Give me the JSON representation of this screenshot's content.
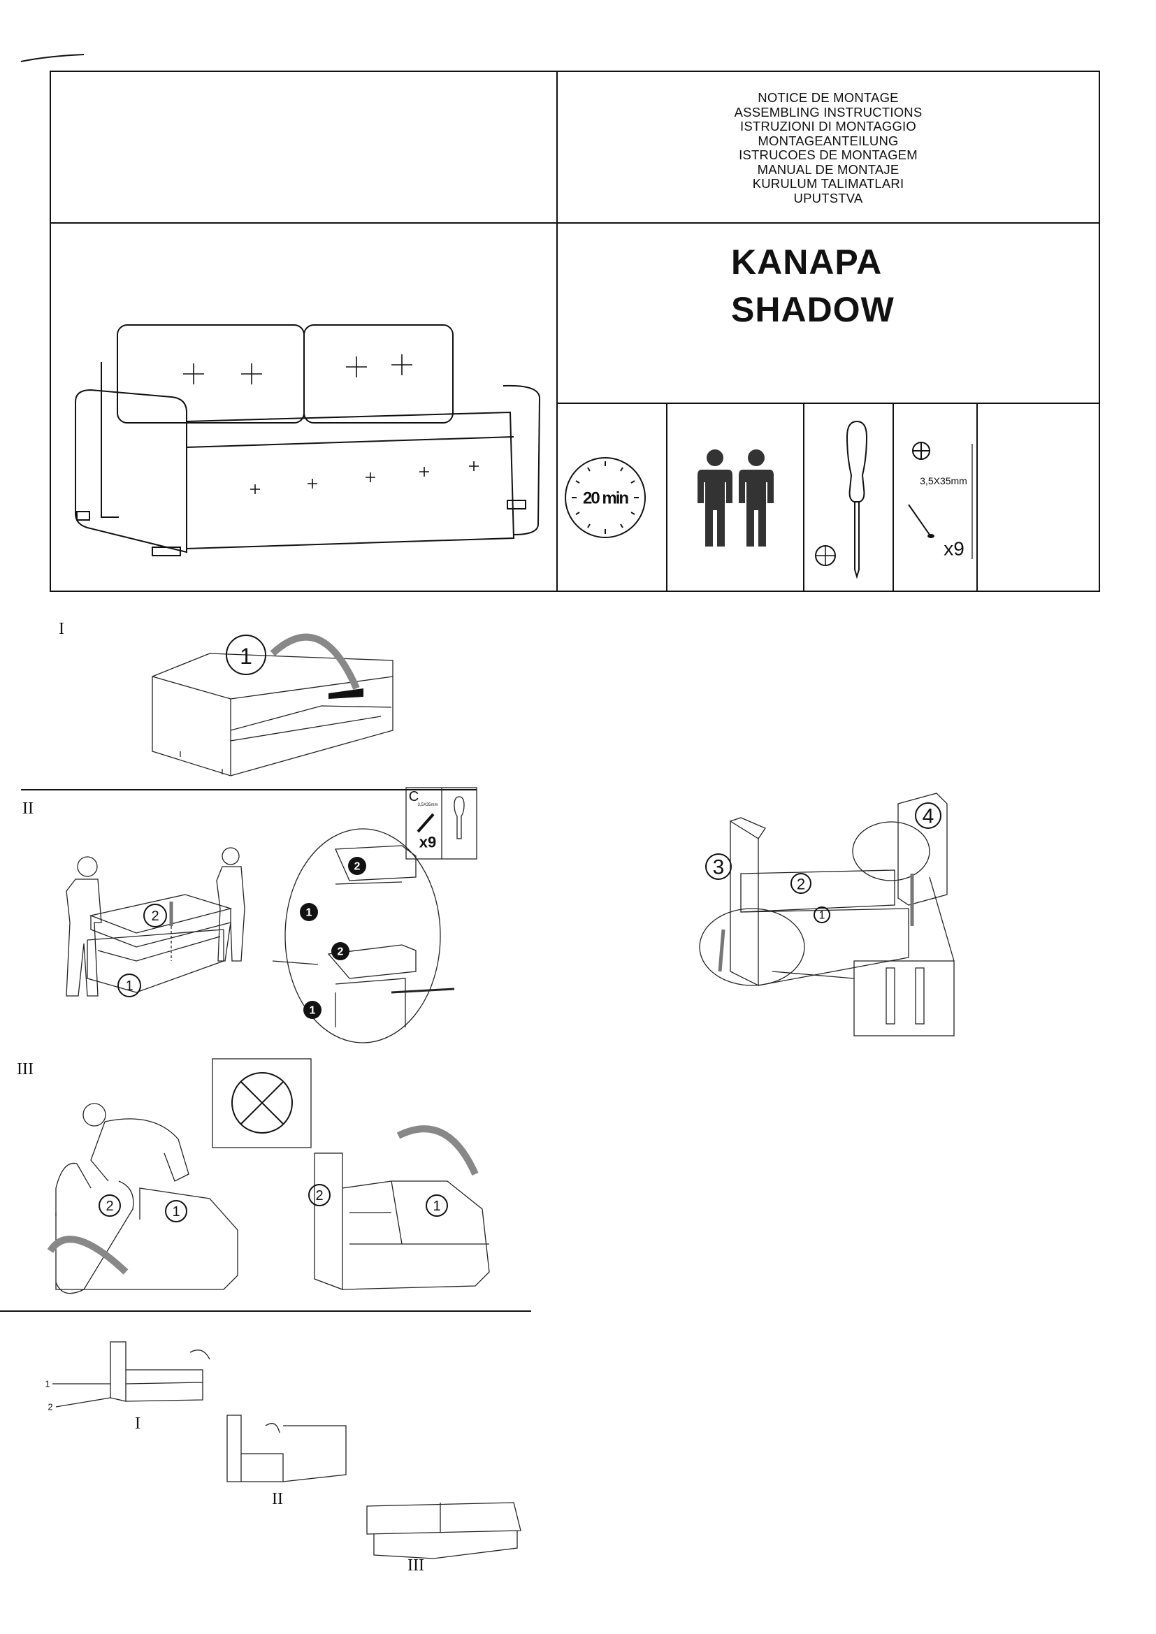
{
  "header": {
    "lines": [
      "NOTICE DE MONTAGE",
      "ASSEMBLING INSTRUCTIONS",
      "ISTRUZIONI DI MONTAGGIO",
      "MONTAGEANTEILUNG",
      "ISTRUCOES DE MONTAGEM",
      "MANUAL DE MONTAJE",
      "KURULUM TALIMATLARI",
      "UPUTSTVA"
    ]
  },
  "product": {
    "line1": "KANAPA",
    "line2": "SHADOW"
  },
  "requirements": {
    "time": "20 min",
    "people_icon": "two-persons-icon",
    "tool_icon": "phillips-screwdriver-icon",
    "screw_size": "3,5X35mm",
    "screw_count": "x9"
  },
  "steps": {
    "s1": {
      "label": "I",
      "callouts": [
        "1"
      ]
    },
    "s2": {
      "label": "II",
      "callouts": [
        "2",
        "1"
      ],
      "inset_callouts": [
        "2",
        "1",
        "2",
        "1"
      ],
      "kit_letter": "C",
      "kit_size": "3,5X35mm",
      "kit_count": "x9"
    },
    "s3": {
      "label": "III",
      "callouts_left": [
        "2",
        "1"
      ],
      "callouts_right": [
        "2",
        "1"
      ]
    },
    "s4": {
      "callouts": [
        "4",
        "3",
        "2",
        "1"
      ]
    },
    "s5": {
      "part_labels": [
        "1",
        "2"
      ],
      "phase_labels": [
        "I",
        "II",
        "III"
      ]
    }
  }
}
